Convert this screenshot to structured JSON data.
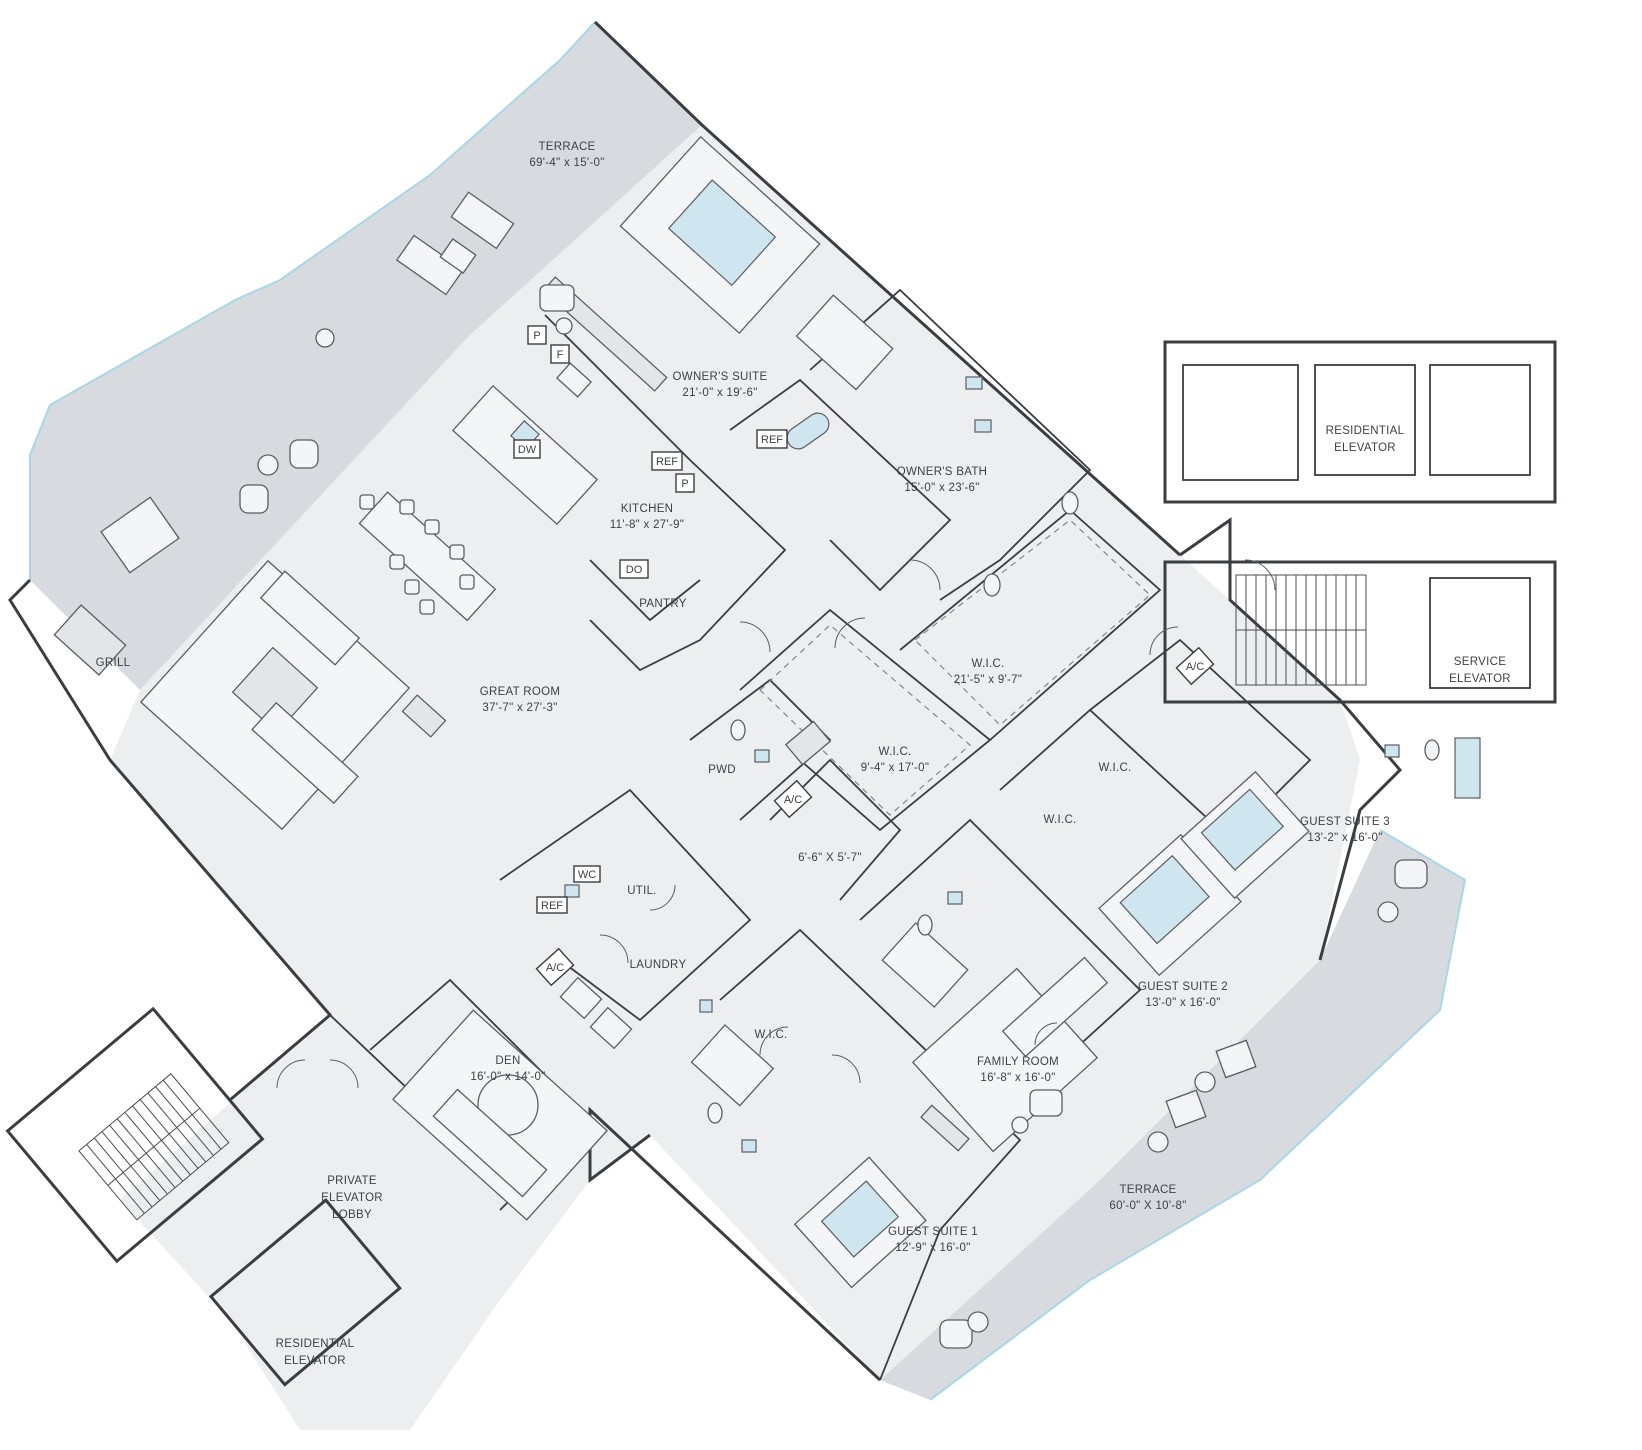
{
  "rooms": {
    "terrace_top": {
      "name": "TERRACE",
      "dim": "69'-4\" x 15'-0\""
    },
    "grill": {
      "name": "GRILL"
    },
    "owners_suite": {
      "name": "OWNER'S SUITE",
      "dim": "21'-0\" x 19'-6\""
    },
    "kitchen": {
      "name": "KITCHEN",
      "dim": "11'-8\" x 27'-9\""
    },
    "pantry": {
      "name": "PANTRY"
    },
    "owners_bath": {
      "name": "OWNER'S BATH",
      "dim": "15'-0\" x 23'-6\""
    },
    "wic_owner": {
      "name": "W.I.C.",
      "dim": "21'-5\" x 9'-7\""
    },
    "great_room": {
      "name": "GREAT ROOM",
      "dim": "37'-7\" x 27'-3\""
    },
    "wic_center": {
      "name": "W.I.C.",
      "dim": "9'-4\" x 17'-0\""
    },
    "pwd": {
      "name": "PWD"
    },
    "closet_small": {
      "dim": "6'-6\" X 5'-7\""
    },
    "util": {
      "name": "UTIL."
    },
    "laundry": {
      "name": "LAUNDRY"
    },
    "den": {
      "name": "DEN",
      "dim": "16'-0\" x 14'-0\""
    },
    "private_lobby": {
      "name": "PRIVATE",
      "name2": "ELEVATOR",
      "name3": "LOBBY"
    },
    "residential_elevator_bottom": {
      "name": "RESIDENTIAL",
      "name2": "ELEVATOR"
    },
    "residential_elevator_top": {
      "name": "RESIDENTIAL",
      "name2": "ELEVATOR"
    },
    "service_elevator": {
      "name": "SERVICE",
      "name2": "ELEVATOR"
    },
    "wic_guest2a": {
      "name": "W.I.C."
    },
    "wic_guest2b": {
      "name": "W.I.C."
    },
    "wic_guest1": {
      "name": "W.I.C."
    },
    "guest_suite_3": {
      "name": "GUEST SUITE 3",
      "dim": "13'-2\" x 16'-0\""
    },
    "guest_suite_2": {
      "name": "GUEST SUITE 2",
      "dim": "13'-0\" x 16'-0\""
    },
    "guest_suite_1": {
      "name": "GUEST SUITE 1",
      "dim": "12'-9\" x 16'-0\""
    },
    "family_room": {
      "name": "FAMILY ROOM",
      "dim": "16'-8\" x 16'-0\""
    },
    "terrace_bottom": {
      "name": "TERRACE",
      "dim": "60'-0\" X 10'-8\""
    }
  },
  "tags": {
    "p1": "P",
    "f": "F",
    "dw": "DW",
    "ref_kitchen": "REF",
    "p2": "P",
    "do": "DO",
    "ref_bath": "REF",
    "ac_center": "A/C",
    "ac_guest": "A/C",
    "ac_laundry": "A/C",
    "wc": "WC",
    "ref_laundry": "REF"
  }
}
